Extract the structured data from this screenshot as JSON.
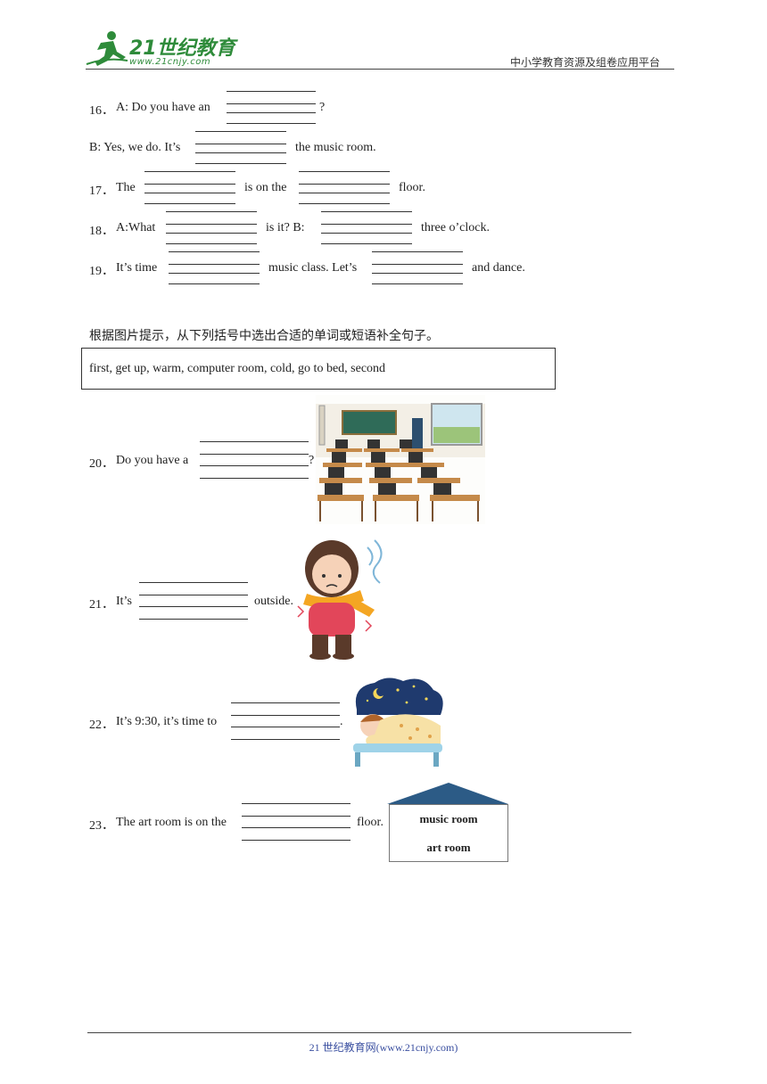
{
  "header": {
    "logo_text": "21世纪教育",
    "logo_url_text": "www.21cnjy.com",
    "right_text": "中小学教育资源及组卷应用平台"
  },
  "questions": {
    "q16a": {
      "num": "16．",
      "pre": "A: Do you have an",
      "post": "?"
    },
    "q16b": {
      "pre": "B: Yes, we do. It’s",
      "post": "the music room."
    },
    "q17": {
      "num": "17．",
      "pre": "The",
      "mid": "is on the",
      "post": "floor."
    },
    "q18": {
      "num": "18．",
      "pre": "A:What",
      "mid": "is it?  B:",
      "post": "three o’clock."
    },
    "q19": {
      "num": "19．",
      "pre": "It’s time",
      "mid": "music class. Let’s",
      "post": "and dance."
    }
  },
  "section": {
    "instruction": "根据图片提示，从下列括号中选出合适的单词或短语补全句子。",
    "word_box": "first, get up, warm, computer room, cold, go to bed, second"
  },
  "picture_questions": {
    "q20": {
      "num": "20．",
      "pre": "Do you have a",
      "post": "?",
      "image": "classroom-with-computers"
    },
    "q21": {
      "num": "21．",
      "pre": "It’s",
      "post": "outside.",
      "image": "girl-shivering-with-scarf"
    },
    "q22": {
      "num": "22．",
      "pre": "It’s 9:30, it’s time to",
      "post": ".",
      "image": "boy-sleeping-in-bed"
    },
    "q23": {
      "num": "23．",
      "pre": "The art room is on the",
      "post": "floor.",
      "image": "two-floor-building"
    }
  },
  "building": {
    "top_floor": "music room",
    "bottom_floor": "art room"
  },
  "footer": {
    "text": "21 世纪教育网(www.21cnjy.com)"
  },
  "colors": {
    "logo_green": "#2e8b3a",
    "roof": "#2c5b86",
    "footer_text": "#3a4fa0"
  }
}
